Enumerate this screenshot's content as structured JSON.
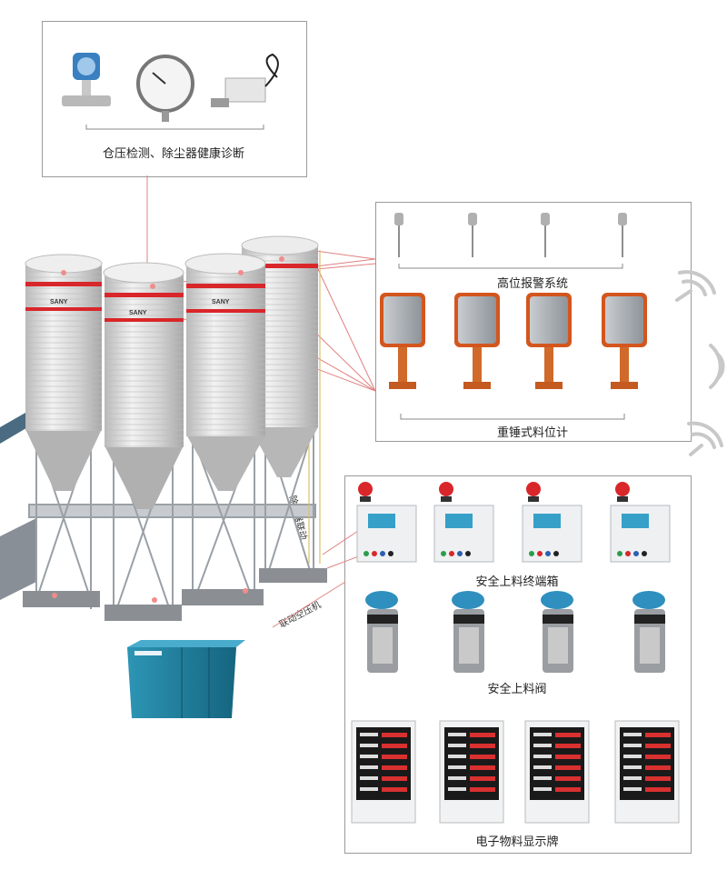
{
  "sensor_panel": {
    "caption": "仓压检测、除尘器健康诊断"
  },
  "high_alarm": {
    "caption": "高位报警系统"
  },
  "level_meter": {
    "caption": "重锤式料位计"
  },
  "terminal_box": {
    "caption": "安全上料终端箱"
  },
  "safety_valve": {
    "caption": "安全上料阀"
  },
  "display_board": {
    "caption": "电子物料显示牌"
  },
  "labels": {
    "dust_collector": "除尘器联动",
    "air_compressor": "联动空压机"
  },
  "silo": {
    "brand": "SANY",
    "count": 4
  },
  "colors": {
    "accent_red": "#d9262a",
    "line_red": "#e08080",
    "compressor_teal": "#1e7f9e",
    "panel_border": "#9a9a9a"
  }
}
